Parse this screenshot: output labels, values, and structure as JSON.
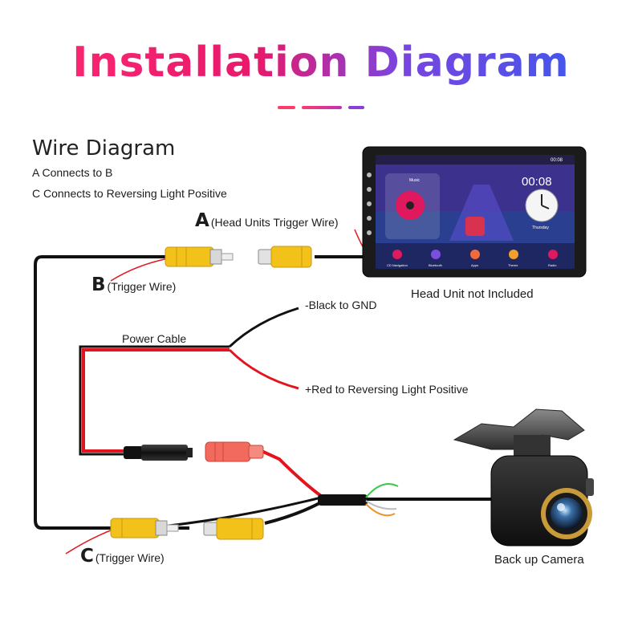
{
  "title": "Installation Diagram",
  "subtitle": "Wire Diagram",
  "notes": [
    "A Connects to B",
    "C Connects to Reversing Light Positive"
  ],
  "labels": {
    "a_letter": "A",
    "a_text": "(Head Units Trigger Wire)",
    "b_letter": "B",
    "b_text": "(Trigger Wire)",
    "c_letter": "C",
    "c_text": "(Trigger Wire)",
    "head_unit": "Head Unit not Included",
    "power_cable": "Power Cable",
    "black": "-Black to GND",
    "red": "+Red to Reversing Light Positive",
    "camera": "Back up Camera"
  },
  "screen": {
    "clock": "00:08",
    "time_small": "00:08",
    "music": "Music",
    "date": "Thursday",
    "dock": [
      "CD Navigation",
      "Bluetooth",
      "Apps",
      "Theme",
      "Radio"
    ]
  },
  "colors": {
    "title_start": "#ff2a73",
    "title_end": "#2f5df0",
    "red_wire": "#e4141e",
    "black_wire": "#111111",
    "rca_yellow": "#f3c21a",
    "rca_red": "#f26a5e",
    "camera_ring": "#c99a3a"
  }
}
